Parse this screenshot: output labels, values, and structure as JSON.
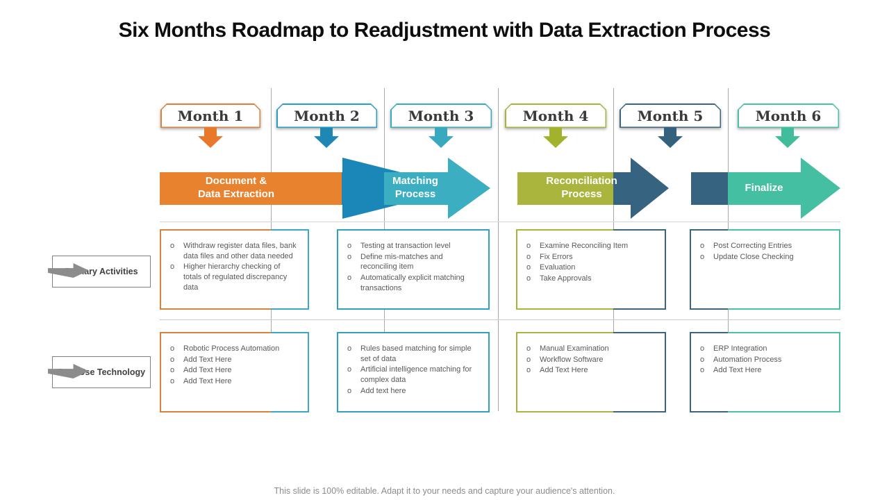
{
  "title": "Six Months Roadmap to Readjustment with Data Extraction Process",
  "months": [
    {
      "label": "Month 1",
      "color": "#E8782A",
      "border": "#D9823B"
    },
    {
      "label": "Month 2",
      "color": "#1E87B4",
      "border": "#2B9CC2"
    },
    {
      "label": "Month 3",
      "color": "#38A9BE",
      "border": "#38A9BE"
    },
    {
      "label": "Month 4",
      "color": "#A2B22C",
      "border": "#A8B43C"
    },
    {
      "label": "Month 5",
      "color": "#33617E",
      "border": "#3A667F"
    },
    {
      "label": "Month 6",
      "color": "#41BD9C",
      "border": "#49C1A5"
    }
  ],
  "arrows": [
    {
      "label": "Document & Data Extraction",
      "seg1_color": "#E8822F",
      "seg2_color": "#E8822F",
      "head_color": "#1B87B8"
    },
    {
      "label": "Matching Process",
      "seg1_color": "#1B87B8",
      "seg2_color": "#3CAEC2",
      "head_color": "#3CAEC2"
    },
    {
      "label": "Reconciliation Process",
      "seg1_color": "#A9B53C",
      "seg2_color": "#36637F",
      "head_color": "#36637F"
    },
    {
      "label": "Finalize",
      "seg1_color": "#36637F",
      "seg2_color": "#45BFA2",
      "head_color": "#45BFA2"
    }
  ],
  "rows": [
    {
      "label": "Primary Activities",
      "boxes": [
        {
          "items": [
            "Withdraw register data files, bank data files and other data needed",
            "Higher hierarchy checking of totals of regulated discrepancy data"
          ]
        },
        {
          "items": [
            "Testing at transaction level",
            "Define mis-matches and reconciling item",
            "Automatically explicit matching transactions"
          ]
        },
        {
          "items": [
            "Examine Reconciling Item",
            "Fix Errors",
            "Evaluation",
            "Take Approvals"
          ]
        },
        {
          "items": [
            "Post Correcting Entries",
            "Update Close Checking"
          ]
        }
      ]
    },
    {
      "label": "Best Use Technology",
      "boxes": [
        {
          "items": [
            "Robotic Process Automation",
            "Add Text Here",
            "Add Text Here",
            "Add Text Here"
          ]
        },
        {
          "items": [
            "Rules based matching for simple set of data",
            "Artificial intelligence matching for complex data",
            "Add text here"
          ]
        },
        {
          "items": [
            "Manual Examination",
            "Workflow Software",
            "Add Text Here"
          ]
        },
        {
          "items": [
            "ERP Integration",
            "Automation Process",
            "Add Text Here"
          ]
        }
      ]
    }
  ],
  "footer": "This slide is 100% editable. Adapt it to your needs and capture your audience's attention.",
  "palette": {
    "orange": "#E8822F",
    "blue": "#1B87B8",
    "teal": "#3CAEC2",
    "olive": "#A9B53C",
    "slate": "#36637F",
    "mint": "#45BFA2",
    "gray": "#8C8C8C"
  }
}
